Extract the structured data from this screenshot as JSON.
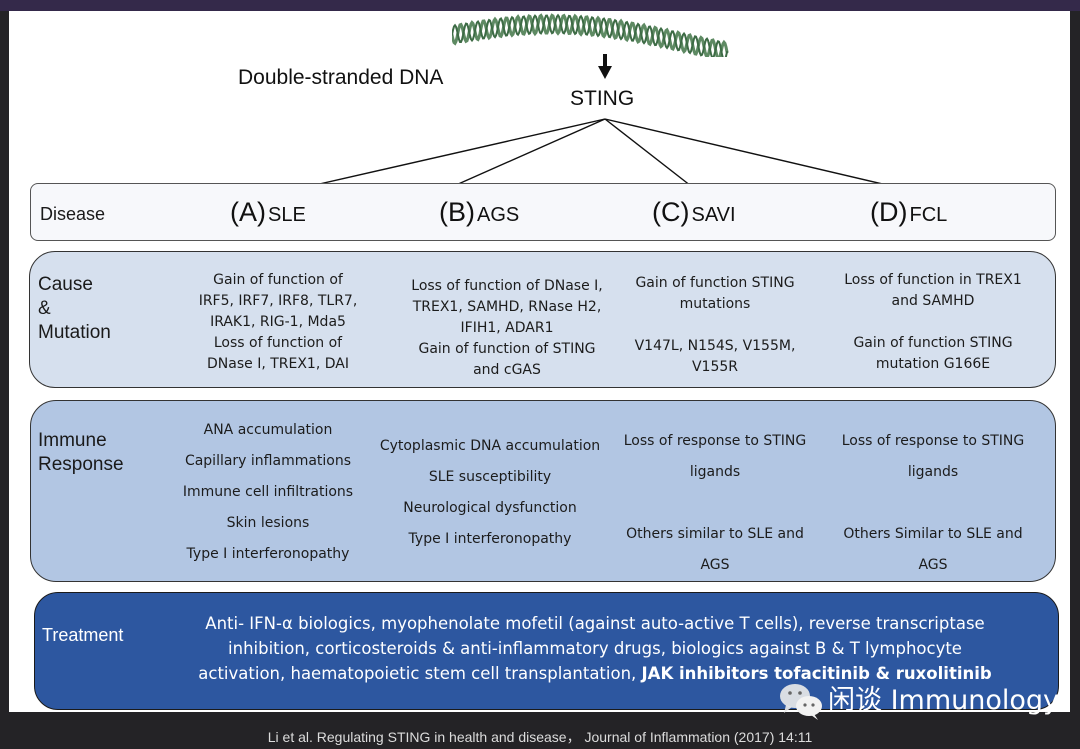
{
  "header": {
    "dna_label": "Double-stranded DNA",
    "sting_label": "STING",
    "dna_icon": "dna-helix-icon",
    "dna_color": "#5e8a63"
  },
  "rows": {
    "disease": "Disease",
    "cause": [
      "Cause",
      "&",
      "Mutation"
    ],
    "immune": [
      "Immune",
      "Response"
    ],
    "treatment": "Treatment"
  },
  "diseases": [
    {
      "letter": "(A)",
      "name": "SLE"
    },
    {
      "letter": "(B)",
      "name": "AGS"
    },
    {
      "letter": "(C)",
      "name": "SAVI"
    },
    {
      "letter": "(D)",
      "name": "FCL"
    }
  ],
  "cause_cells": [
    [
      "Gain of function of",
      "IRF5, IRF7, IRF8, TLR7,",
      "IRAK1, RIG-1, Mda5",
      "Loss of function of",
      "DNase I, TREX1, DAI"
    ],
    [
      "Loss of function of DNase I,",
      "TREX1, SAMHD, RNase H2,",
      "IFIH1, ADAR1",
      "Gain of function of STING",
      "and cGAS"
    ],
    [
      "Gain of function STING",
      "mutations",
      "",
      "V147L, N154S, V155M,",
      "V155R"
    ],
    [
      "Loss of function in TREX1",
      "and SAMHD",
      "",
      "Gain of function STING",
      "mutation G166E"
    ]
  ],
  "immune_cells": [
    [
      "ANA accumulation",
      "Capillary inflammations",
      "Immune cell infiltrations",
      "Skin lesions",
      "Type I interferonopathy"
    ],
    [
      "Cytoplasmic DNA accumulation",
      "SLE susceptibility",
      "Neurological dysfunction",
      "Type I interferonopathy"
    ],
    [
      "Loss of response to STING",
      "ligands",
      "",
      "Others similar to SLE and",
      "AGS"
    ],
    [
      "Loss of response to STING",
      "ligands",
      "",
      "Others Similar to SLE and",
      "AGS"
    ]
  ],
  "treatment": {
    "line1": "Anti- IFN-α biologics, myophenolate mofetil (against auto-active T cells), reverse transcriptase",
    "line2": "inhibition, corticosteroids & anti-inflammatory drugs, biologics against B & T lymphocyte",
    "line3_plain": "activation, haematopoietic stem cell transplantation, ",
    "line3_bold": "JAK inhibitors tofacitinib & ruxolitinib"
  },
  "watermark": {
    "icon": "wechat-icon",
    "text": "闲谈 Immunology"
  },
  "caption": "Li et al. Regulating STING in health and disease，  Journal of Inflammation (2017) 14:11",
  "colors": {
    "disease_bg": "#f7f8fb",
    "cause_bg": "#d6e0ee",
    "immune_bg": "#b2c6e3",
    "treatment_bg": "#2d57a0",
    "frame": "#242326",
    "top_strip": "#34294a"
  }
}
